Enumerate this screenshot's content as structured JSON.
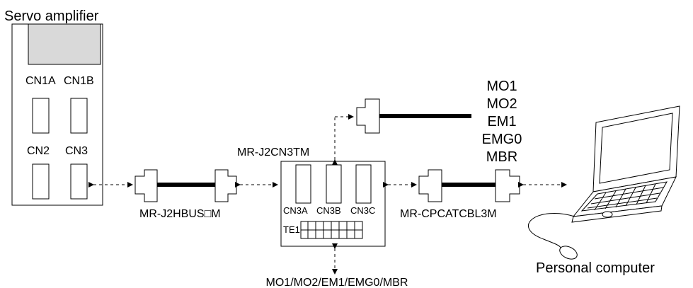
{
  "servo": {
    "title": "Servo amplifier",
    "cn1a": "CN1A",
    "cn1b": "CN1B",
    "cn2": "CN2",
    "cn3": "CN3"
  },
  "cable1": {
    "label": "MR-J2HBUS□M"
  },
  "terminal": {
    "title": "MR-J2CN3TM",
    "cn3a": "CN3A",
    "cn3b": "CN3B",
    "cn3c": "CN3C",
    "te1": "TE1"
  },
  "output_cable": {
    "signals": [
      "MO1",
      "MO2",
      "EM1",
      "EMG0",
      "MBR"
    ]
  },
  "bottom_signals": "MO1/MO2/EM1/EMG0/MBR",
  "cable2": {
    "label": "MR-CPCATCBL3M"
  },
  "pc": {
    "label": "Personal computer"
  },
  "colors": {
    "line": "#000000",
    "panel": "#d9d9d9"
  }
}
